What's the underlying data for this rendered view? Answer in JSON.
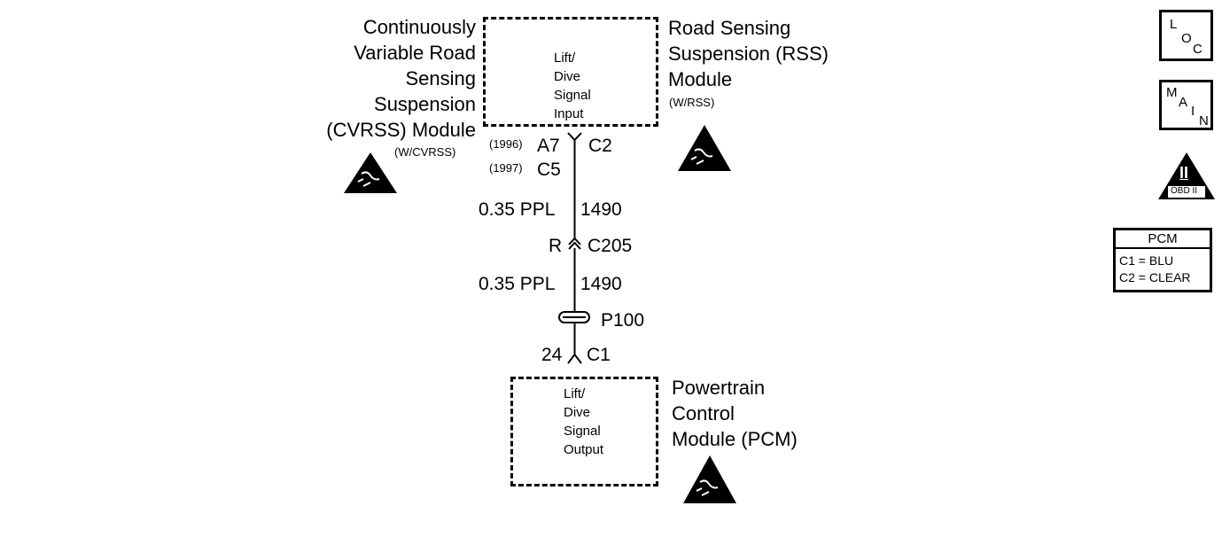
{
  "rss_module": {
    "name_lines": [
      "Road Sensing",
      "Suspension (RSS)",
      "Module"
    ],
    "note": "(W/RSS)"
  },
  "cvrss_module": {
    "name_lines": [
      "Continuously",
      "Variable Road",
      "Sensing",
      "Suspension",
      "(CVRSS) Module"
    ],
    "note": "(W/CVRSS)"
  },
  "input_box": {
    "lines": [
      "Lift/",
      "Dive",
      "Signal",
      "Input"
    ]
  },
  "connector_top": {
    "year1": "(1996)",
    "pin1": "A7",
    "year2": "(1997)",
    "pin2": "C5",
    "connector": "C2"
  },
  "wire1": {
    "size_color": "0.35 PPL",
    "circuit": "1490"
  },
  "inline_connector": {
    "pin": "R",
    "name": "C205"
  },
  "wire2": {
    "size_color": "0.35 PPL",
    "circuit": "1490"
  },
  "splice": {
    "name": "P100"
  },
  "connector_bottom": {
    "pin": "24",
    "connector": "C1"
  },
  "output_box": {
    "lines": [
      "Lift/",
      "Dive",
      "Signal",
      "Output"
    ]
  },
  "pcm_module": {
    "name_lines": [
      "Powertrain",
      "Control",
      "Module (PCM)"
    ]
  },
  "icons": {
    "loc": {
      "l": "L",
      "o": "O",
      "c": "C"
    },
    "main": {
      "m": "M",
      "a": "A",
      "i": "I",
      "n": "N"
    },
    "obd": {
      "numeral": "II",
      "label": "OBD II"
    }
  },
  "legend": {
    "title": "PCM",
    "rows": [
      "C1 = BLU",
      "C2 = CLEAR"
    ]
  }
}
